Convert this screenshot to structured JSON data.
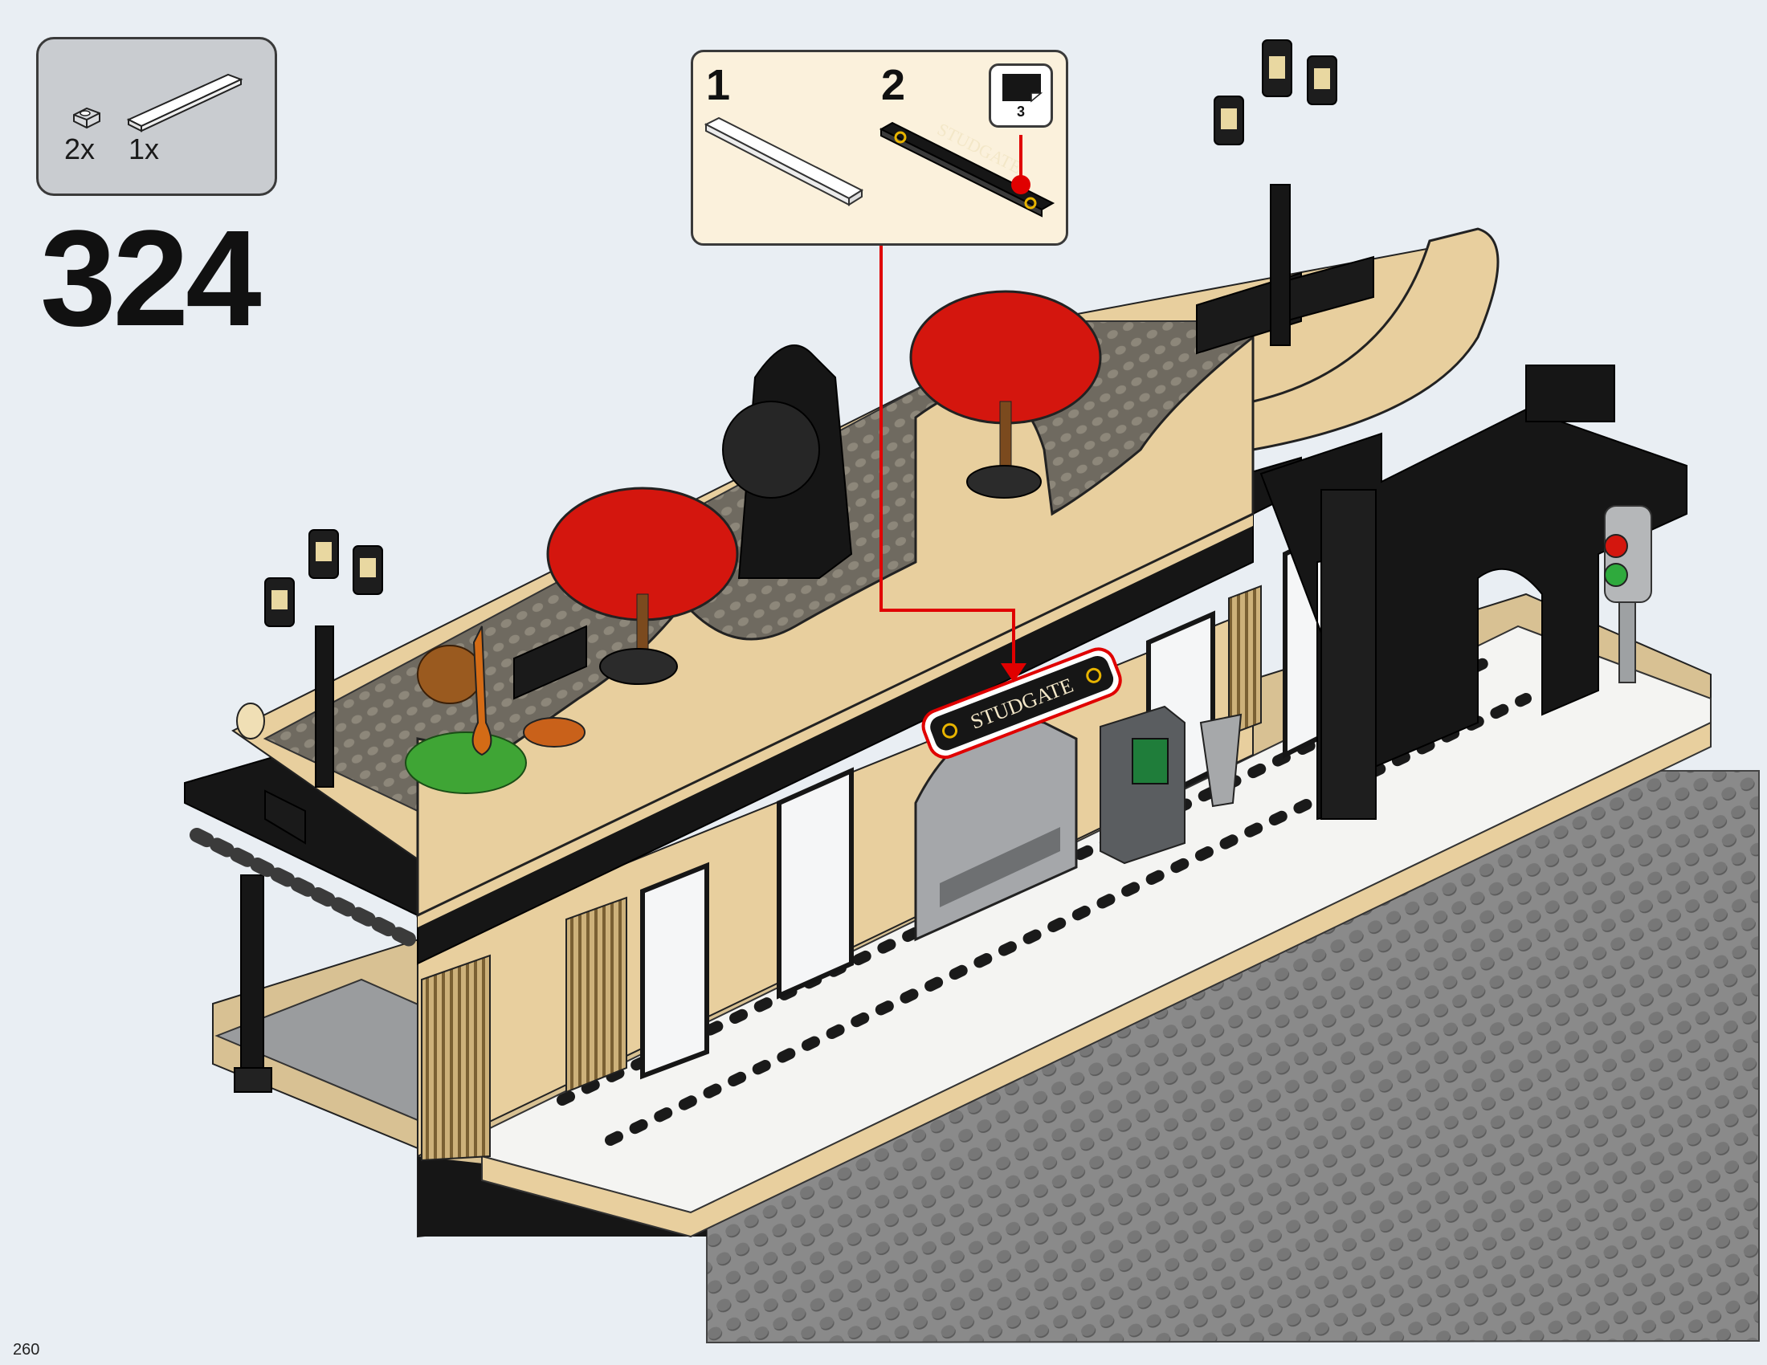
{
  "parts_list": {
    "items": [
      {
        "qty": "2x",
        "part": "light-bluish-gray-1x1-clip-icon",
        "color": "#c8cbcf"
      },
      {
        "qty": "1x",
        "part": "white-1x8-tile-icon",
        "color": "#ffffff"
      }
    ]
  },
  "step": {
    "number": "324"
  },
  "callout": {
    "substeps": [
      {
        "number": "1"
      },
      {
        "number": "2"
      }
    ],
    "sticker": {
      "sheet_number": "3"
    },
    "sign_text": "STUDGATE"
  },
  "model": {
    "sign_text": "STUDGATE",
    "colors": {
      "tan": "#e8cf9e",
      "black": "#161616",
      "red": "#d4160e",
      "dark_gray": "#6b6b6b",
      "light_gray": "#b5b7b9",
      "white": "#ffffff",
      "pointer": "#e00000"
    }
  },
  "page": {
    "number": "260"
  }
}
